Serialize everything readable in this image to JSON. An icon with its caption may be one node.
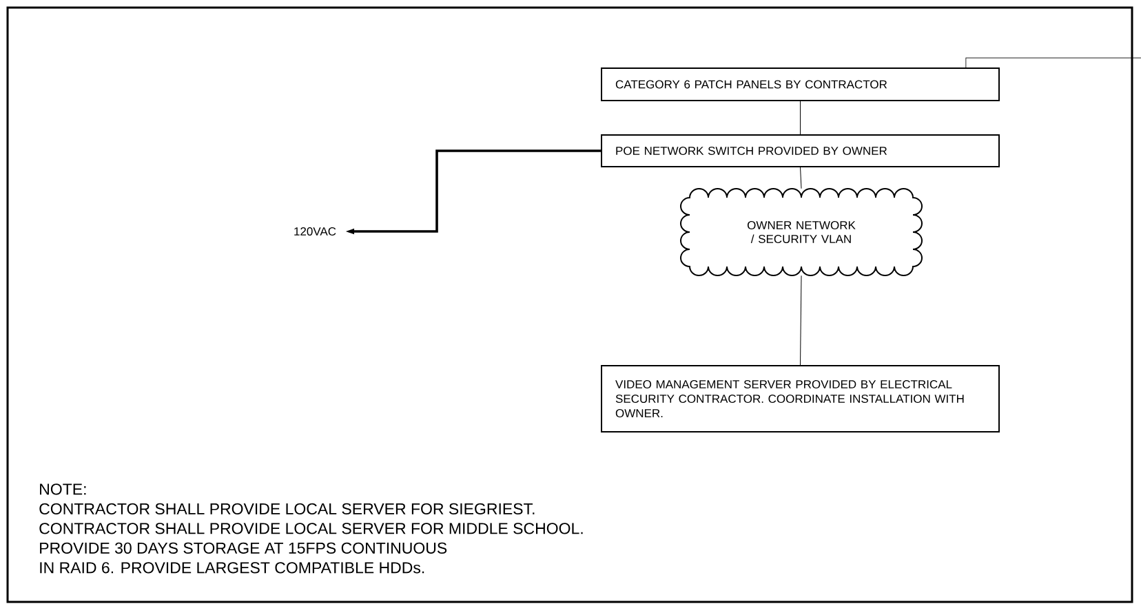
{
  "diagram": {
    "nodes": [
      {
        "text": [
          "CATEGORY 6 PATCH PANELS BY CONTRACTOR"
        ]
      },
      {
        "text": [
          "POE NETWORK SWITCH PROVIDED BY OWNER"
        ]
      },
      {
        "text": [
          "OWNER NETWORK / SECURITY VLAN"
        ]
      },
      {
        "text": [
          "VIDEO MANAGEMENT SERVER PROVIDED BY ELECTRICAL SECURITY CONTRACTOR. COORDINATE INSTALLATION WITH OWNER."
        ]
      },
      {
        "text": [
          "120VAC"
        ]
      }
    ],
    "edges": [
      {
        "from": 0,
        "to": null,
        "arrow": "none"
      },
      {
        "from": 0,
        "to": 1,
        "arrow": "none"
      },
      {
        "from": 1,
        "to": 2,
        "arrow": "none"
      },
      {
        "from": 2,
        "to": 3,
        "arrow": "none"
      },
      {
        "from": 1,
        "to": 4,
        "arrow": "to",
        "style": "thick"
      }
    ],
    "labels": [
      "NOTE:",
      "CONTRACTOR SHALL PROVIDE LOCAL SERVER FOR SIEGRIEST.",
      "CONTRACTOR SHALL PROVIDE LOCAL SERVER FOR MIDDLE SCHOOL.",
      "PROVIDE 30 DAYS STORAGE AT 15FPS CONTINUOUS",
      "IN RAID 6. PROVIDE LARGEST COMPATIBLE HDDs."
    ]
  }
}
